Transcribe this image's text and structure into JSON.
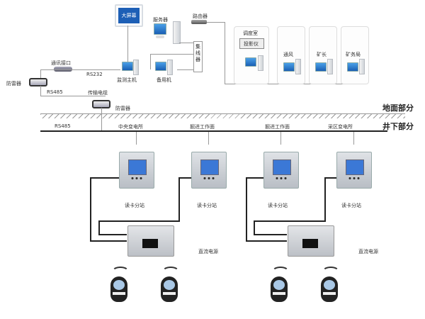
{
  "surface": {
    "big_screen": "大屏幕",
    "server": "服务器",
    "router": "路由器",
    "hub": "集线器",
    "monitor_host": "监测主机",
    "backup_host": "备用机",
    "comm_interface": "通讯接口",
    "rs232": "RS232",
    "lightning_protector_1": "防雷器",
    "rs485_top": "RS485",
    "transmission_cable": "传输电缆",
    "lightning_protector_2": "防雷器",
    "rooms": [
      {
        "title": "调度室",
        "sub": "投影仪"
      },
      {
        "title": "通风"
      },
      {
        "title": "矿长"
      },
      {
        "title": "矿务局"
      }
    ]
  },
  "sections": {
    "ground": "地面部分",
    "underground": "井下部分"
  },
  "underground": {
    "rs485": "RS485",
    "locations": [
      "中央变电所",
      "掘进工作面",
      "掘进工作面",
      "采区变电所"
    ],
    "reader_label": "读卡分站",
    "power_label": "直流电源"
  }
}
